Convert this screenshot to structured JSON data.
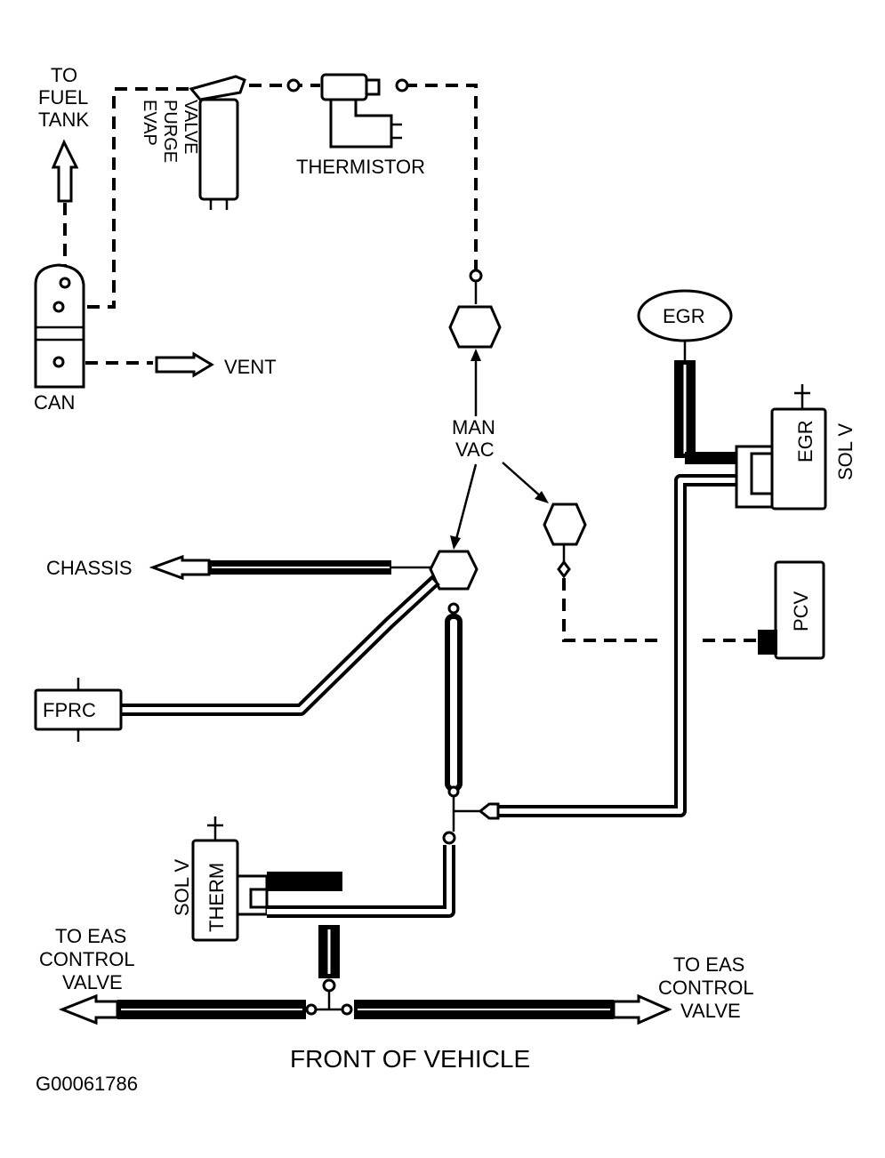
{
  "labels": {
    "to_fuel_tank": [
      "TO",
      "FUEL",
      "TANK"
    ],
    "evap_purge_valve": [
      "EVAP",
      "PURGE",
      "VALVE"
    ],
    "thermistor": "THERMISTOR",
    "can": "CAN",
    "vent": "VENT",
    "egr": "EGR",
    "egr_sol_v_box": "EGR",
    "egr_sol_v_side": "SOL V",
    "man_vac": [
      "MAN",
      "VAC"
    ],
    "chassis": "CHASSIS",
    "pcv": "PCV",
    "fprc": "FPRC",
    "therm_box": "THERM",
    "therm_sol_v": "SOL V",
    "to_eas_left": [
      "TO EAS",
      "CONTROL",
      "VALVE"
    ],
    "to_eas_right": [
      "TO EAS",
      "CONTROL",
      "VALVE"
    ],
    "front_of_vehicle": "FRONT OF VEHICLE",
    "figure_code": "G00061786"
  }
}
